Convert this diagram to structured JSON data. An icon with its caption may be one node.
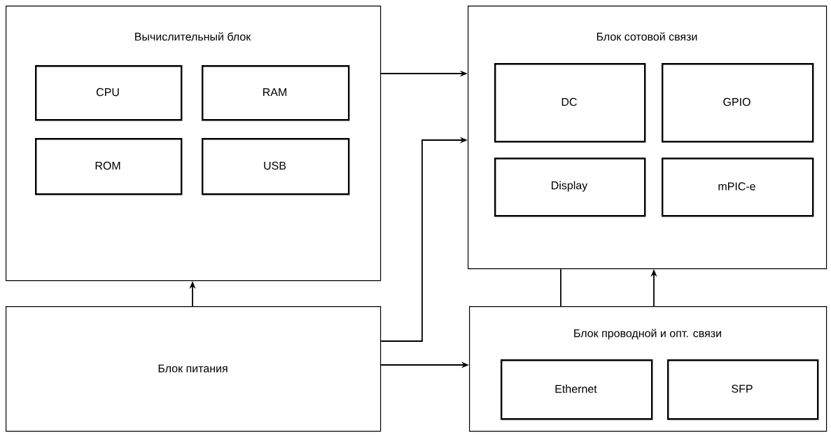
{
  "diagram": {
    "nodes": [
      {
        "text": [
          "Вычислительный блок"
        ]
      },
      {
        "text": [
          "CPU"
        ],
        "in": 0
      },
      {
        "text": [
          "RAM"
        ],
        "in": 0
      },
      {
        "text": [
          "ROM"
        ],
        "in": 0
      },
      {
        "text": [
          "USB"
        ],
        "in": 0
      },
      {
        "text": [
          "Блок сотовой связи"
        ]
      },
      {
        "text": [
          "DC"
        ],
        "in": 5
      },
      {
        "text": [
          "GPIO"
        ],
        "in": 5
      },
      {
        "text": [
          "Display"
        ],
        "in": 5
      },
      {
        "text": [
          "mPIC-e"
        ],
        "in": 5
      },
      {
        "text": [
          "Блок питания"
        ]
      },
      {
        "text": [
          "Блок проводной и опт. связи"
        ]
      },
      {
        "text": [
          "Ethernet"
        ],
        "in": 11
      },
      {
        "text": [
          "SFP"
        ],
        "in": 11
      }
    ],
    "edges": [
      {
        "from": 0,
        "to": 5,
        "arrow": "to"
      },
      {
        "from": 10,
        "to": 0,
        "arrow": "to"
      },
      {
        "from": 10,
        "to": 5,
        "arrow": "to"
      },
      {
        "from": 10,
        "to": 11,
        "arrow": "to"
      },
      {
        "from": 11,
        "to": 5,
        "arrow": "none"
      },
      {
        "from": 11,
        "to": 5,
        "arrow": "to"
      }
    ]
  }
}
